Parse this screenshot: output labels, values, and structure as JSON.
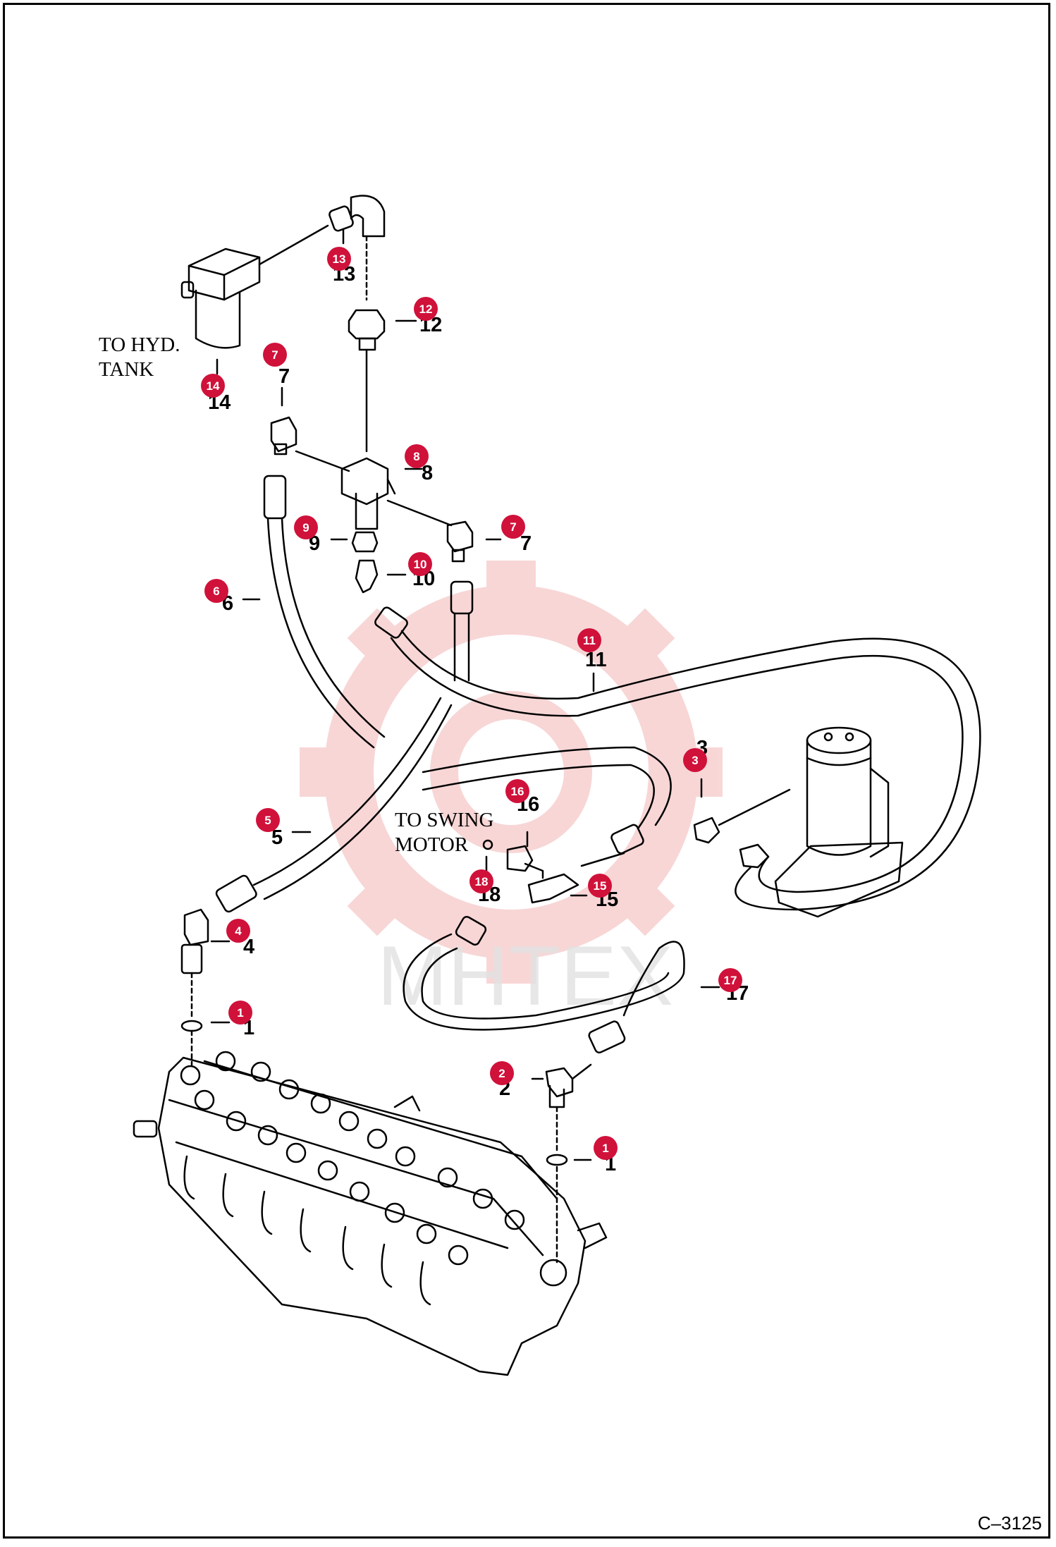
{
  "colors": {
    "badge": "#d0113a",
    "watermark": "#f3b6b6",
    "line": "#000000"
  },
  "notes": {
    "to_hyd_tank_line1": "TO HYD.",
    "to_hyd_tank_line2": "TANK",
    "to_swing_motor_line1": "TO SWING",
    "to_swing_motor_line2": "MOTOR"
  },
  "watermark_text": "MHTEX",
  "doc_code": "C–3125",
  "callouts": [
    {
      "number": "1",
      "label": "1"
    },
    {
      "number": "1",
      "label": "1"
    },
    {
      "number": "2",
      "label": "2"
    },
    {
      "number": "3",
      "label": "3"
    },
    {
      "number": "4",
      "label": "4"
    },
    {
      "number": "5",
      "label": "5"
    },
    {
      "number": "6",
      "label": "6"
    },
    {
      "number": "7",
      "label": "7"
    },
    {
      "number": "7",
      "label": "7"
    },
    {
      "number": "8",
      "label": "8"
    },
    {
      "number": "9",
      "label": "9"
    },
    {
      "number": "10",
      "label": "10"
    },
    {
      "number": "11",
      "label": "11"
    },
    {
      "number": "12",
      "label": "12"
    },
    {
      "number": "13",
      "label": "13"
    },
    {
      "number": "14",
      "label": "14"
    },
    {
      "number": "15",
      "label": "15"
    },
    {
      "number": "16",
      "label": "16"
    },
    {
      "number": "17",
      "label": "17"
    },
    {
      "number": "18",
      "label": "18"
    }
  ]
}
